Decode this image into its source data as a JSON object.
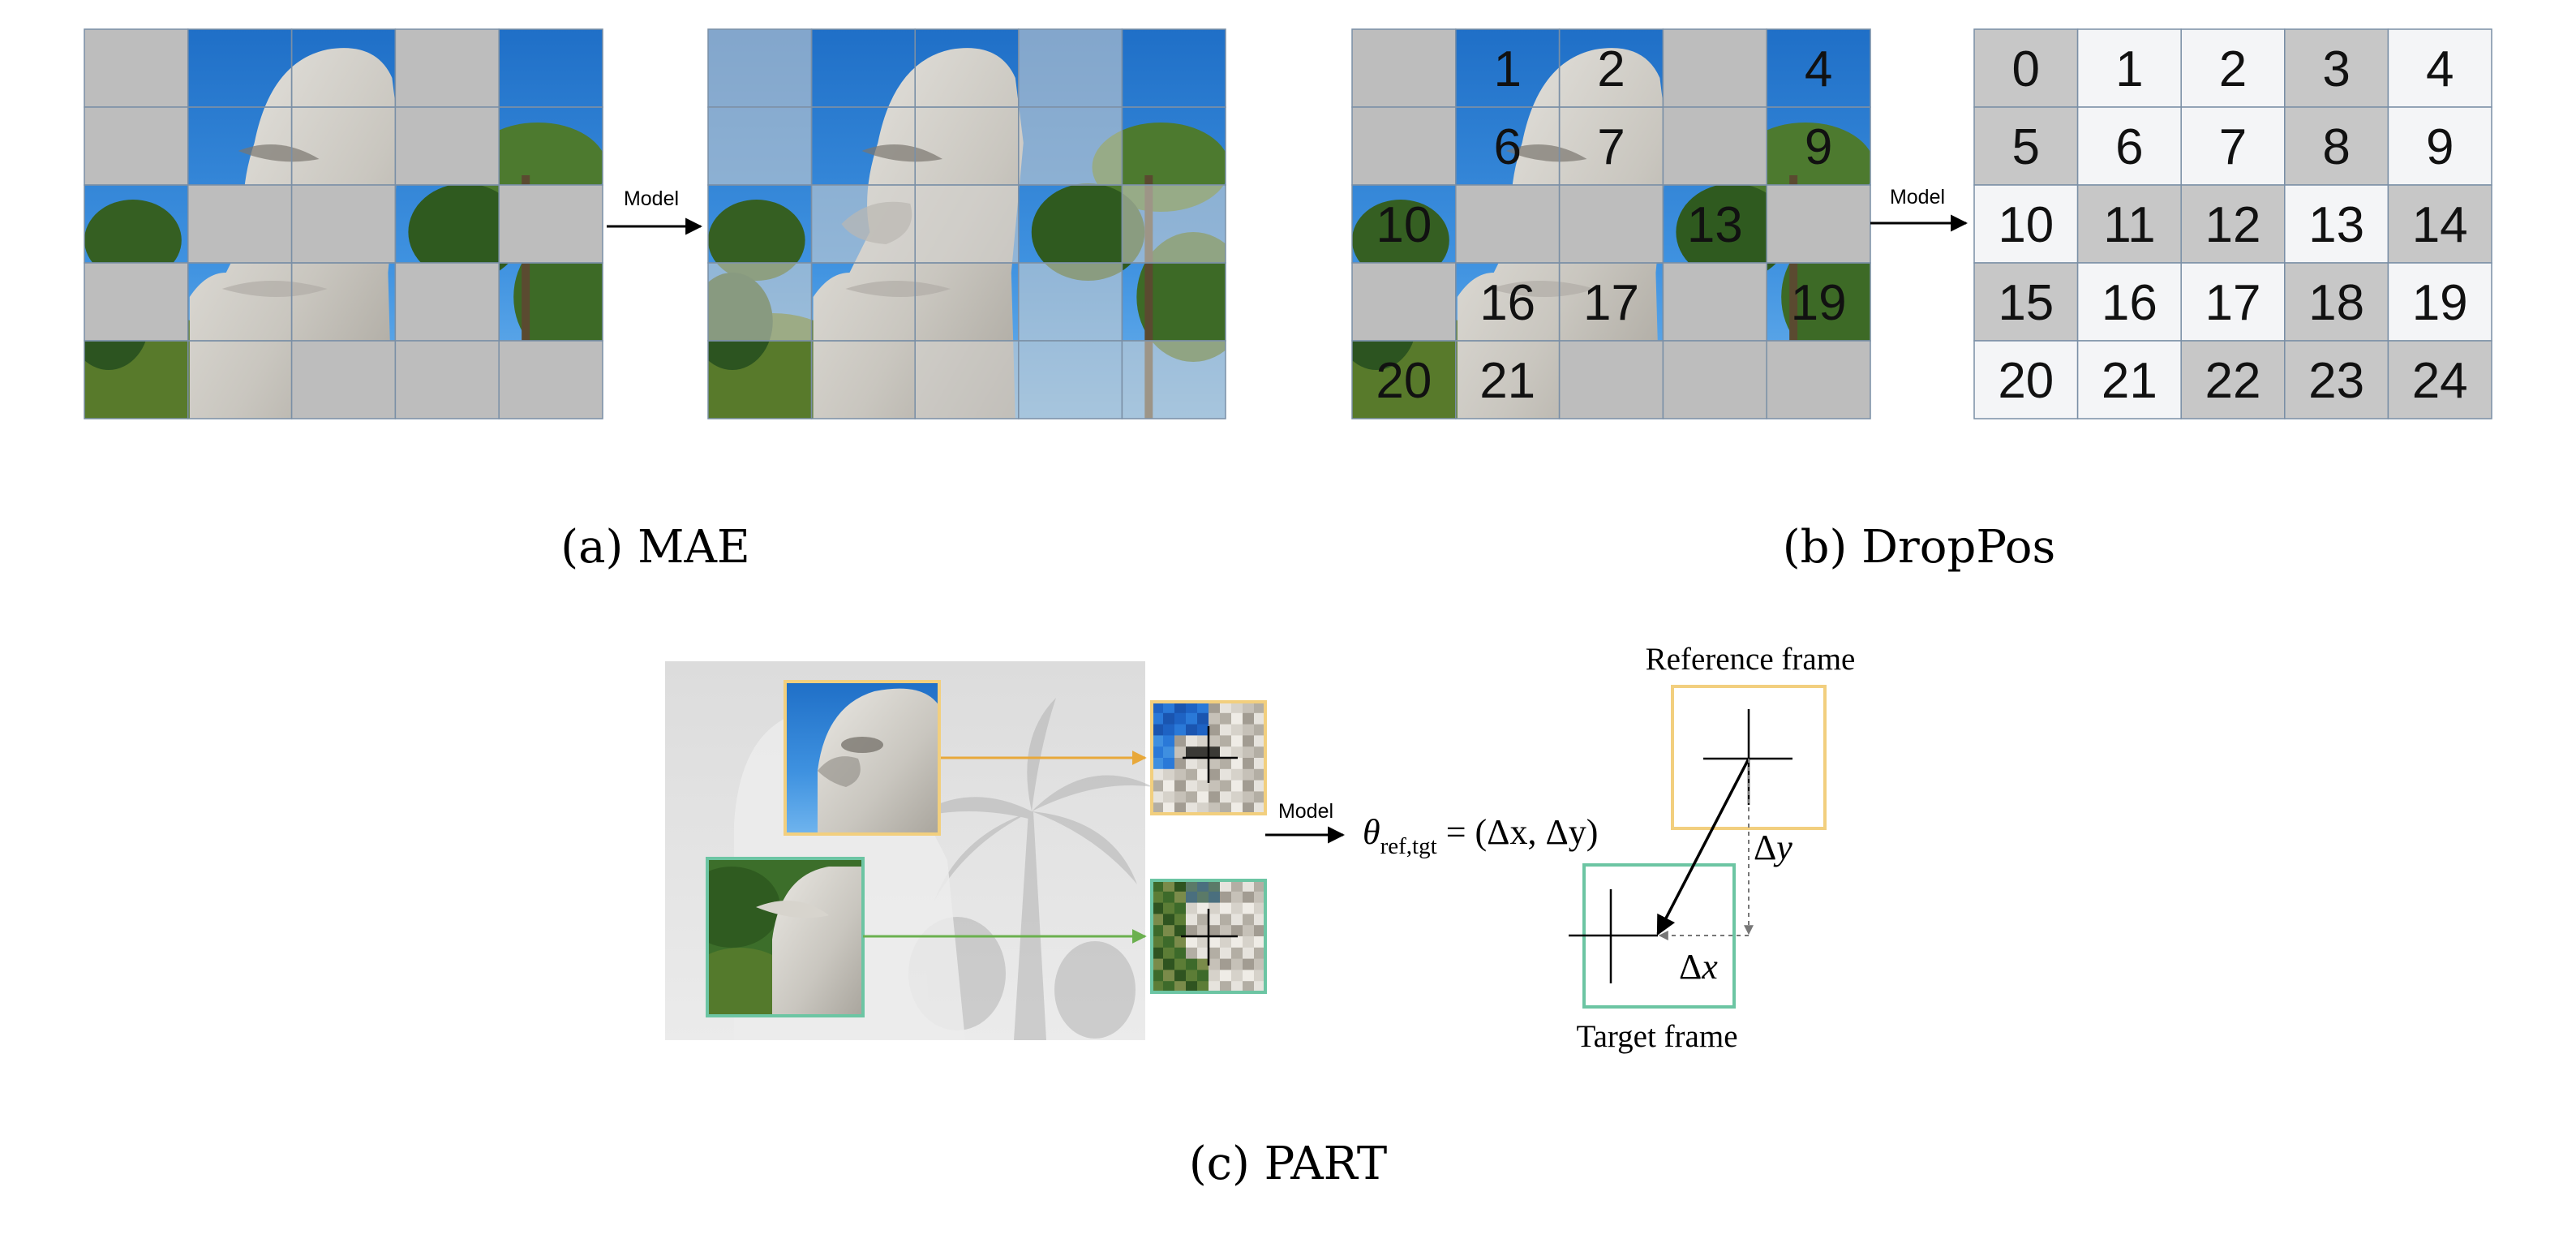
{
  "panel_a": {
    "caption": "(a) MAE",
    "arrow_label": "Model",
    "rows": 5,
    "cols": 5,
    "masked_patches": [
      0,
      3,
      5,
      8,
      11,
      12,
      14,
      15,
      18,
      22,
      23,
      24
    ],
    "mask_color": "#bdbdbd",
    "mask_overlay_color": "#d5d3cf"
  },
  "panel_b": {
    "caption": "(b) DropPos",
    "arrow_label": "Model",
    "rows": 5,
    "cols": 5,
    "masked_patches": [
      0,
      3,
      5,
      8,
      11,
      12,
      14,
      15,
      18,
      22,
      23,
      24
    ],
    "visible_patch_numbers": [
      "",
      "1",
      "2",
      "",
      "4",
      "",
      "6",
      "7",
      "",
      "9",
      "10",
      "",
      "",
      "13",
      "",
      "",
      "16",
      "17",
      "",
      "19",
      "20",
      "21",
      "",
      "",
      ""
    ],
    "grid_numbers": [
      "0",
      "1",
      "2",
      "3",
      "4",
      "5",
      "6",
      "7",
      "8",
      "9",
      "10",
      "11",
      "12",
      "13",
      "14",
      "15",
      "16",
      "17",
      "18",
      "19",
      "20",
      "21",
      "22",
      "23",
      "24"
    ],
    "grid_dark_cells": [
      0,
      3,
      5,
      8,
      11,
      12,
      14,
      15,
      18,
      22,
      23,
      24
    ],
    "grid_dark_color": "#c7c7c7",
    "grid_light_color": "#f4f5f7"
  },
  "panel_c": {
    "caption": "(c) PART",
    "arrow_label": "Model",
    "eq_theta": "θ",
    "eq_sub": "ref,tgt",
    "eq_rhs": " = (Δx, Δy)",
    "reference_label": "Reference frame",
    "target_label": "Target frame",
    "delta": "Δ",
    "x_var": "x",
    "y_var": "y",
    "reference_color": "#f2cf7e",
    "target_color": "#6cc5a3"
  }
}
